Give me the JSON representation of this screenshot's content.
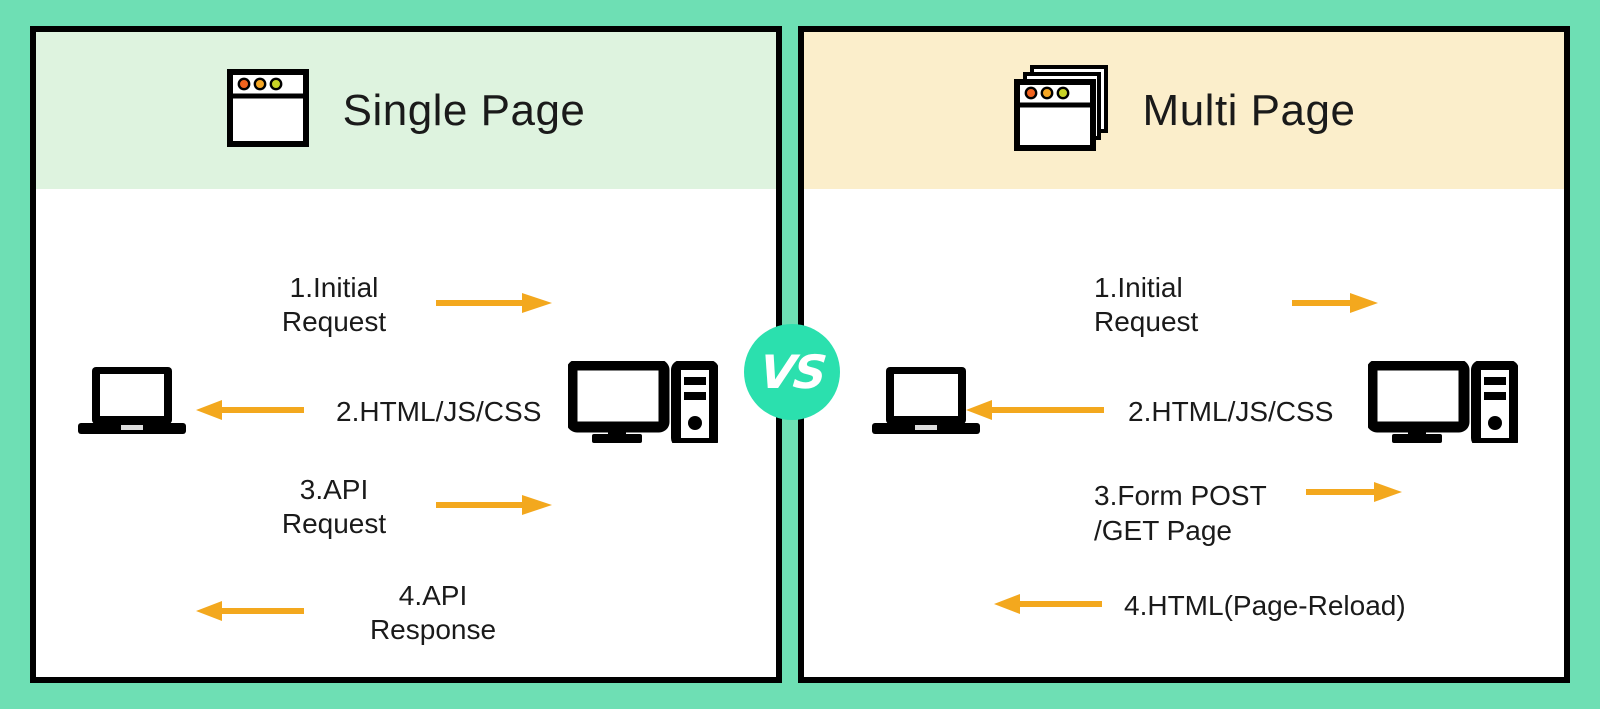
{
  "colors": {
    "page_background": "#6EDFB4",
    "panel_border": "#000000",
    "panel_body": "#FFFFFF",
    "left_header_background": "#DEF3DF",
    "right_header_background": "#FBEECB",
    "arrow": "#F3A81E",
    "vs_badge": "#2BE0AE",
    "vs_text": "#FFFFFF",
    "text": "#1A1A1A",
    "dot_red": "#F0621E",
    "dot_amber": "#F5A623",
    "dot_green": "#C8D426"
  },
  "vs_badge": {
    "label": "VS"
  },
  "panels": [
    {
      "id": "single-page",
      "title": "Single Page",
      "icon": "browser-window-icon",
      "client_icon": "laptop-icon",
      "server_icon": "desktop-server-icon",
      "steps": [
        {
          "number": "1",
          "label": "1.Initial\nRequest",
          "direction": "right"
        },
        {
          "number": "2",
          "label": "2.HTML/JS/CSS",
          "direction": "left"
        },
        {
          "number": "3",
          "label": "3.API\nRequest",
          "direction": "right"
        },
        {
          "number": "4",
          "label": "4.API\nResponse",
          "direction": "left"
        }
      ]
    },
    {
      "id": "multi-page",
      "title": "Multi Page",
      "icon": "browser-windows-stack-icon",
      "client_icon": "laptop-icon",
      "server_icon": "desktop-server-icon",
      "steps": [
        {
          "number": "1",
          "label": "1.Initial\nRequest",
          "direction": "right"
        },
        {
          "number": "2",
          "label": "2.HTML/JS/CSS",
          "direction": "left"
        },
        {
          "number": "3",
          "label": "3.Form POST\n/GET Page",
          "direction": "right"
        },
        {
          "number": "4",
          "label": "4.HTML(Page-Reload)",
          "direction": "left"
        }
      ]
    }
  ]
}
